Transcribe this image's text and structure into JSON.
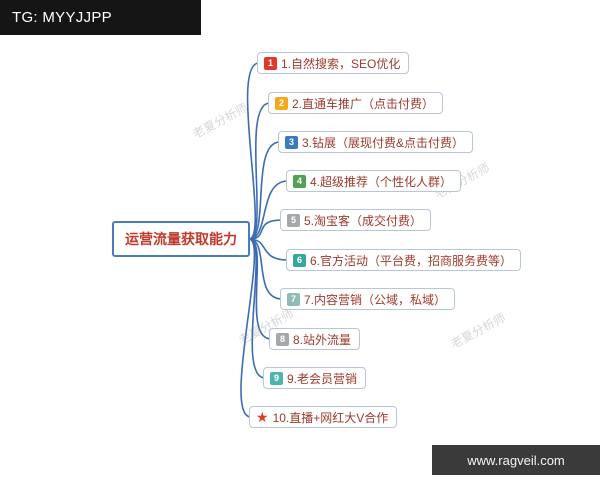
{
  "header": {
    "label": "TG: MYYJJPP"
  },
  "footer": {
    "label": "www.ragveil.com"
  },
  "watermark": {
    "text": "老夏分析师"
  },
  "colors": {
    "branch_line": "#3b6cb4",
    "root_border": "#4a7dc0",
    "root_text": "#c0392b",
    "branch_text": "#9c3a2b"
  },
  "mindmap": {
    "root": {
      "label": "运营流量获取能力"
    },
    "branches": [
      {
        "icon": "1",
        "icon_style": "square",
        "icon_color": "#e0392b",
        "label": "1.自然搜索，SEO优化"
      },
      {
        "icon": "2",
        "icon_style": "square",
        "icon_color": "#f5a81c",
        "label": "2.直通车推广（点击付费）"
      },
      {
        "icon": "3",
        "icon_style": "square",
        "icon_color": "#3a7bbf",
        "label": "3.钻展（展现付费&点击付费）"
      },
      {
        "icon": "4",
        "icon_style": "square",
        "icon_color": "#4fa254",
        "label": "4.超级推荐（个性化人群）"
      },
      {
        "icon": "5",
        "icon_style": "square",
        "icon_color": "#a5a8ab",
        "label": "5.淘宝客（成交付费）"
      },
      {
        "icon": "6",
        "icon_style": "square",
        "icon_color": "#35a79c",
        "label": "6.官方活动（平台费，招商服务费等）"
      },
      {
        "icon": "7",
        "icon_style": "square",
        "icon_color": "#8fbcb6",
        "label": "7.内容营销（公域，私域）"
      },
      {
        "icon": "8",
        "icon_style": "square",
        "icon_color": "#a5a8ab",
        "label": "8.站外流量"
      },
      {
        "icon": "9",
        "icon_style": "square",
        "icon_color": "#4db6ac",
        "label": "9.老会员营销"
      },
      {
        "icon": "★",
        "icon_style": "star",
        "icon_color": "#e0392b",
        "label": "10.直播+网红大V合作"
      }
    ]
  }
}
